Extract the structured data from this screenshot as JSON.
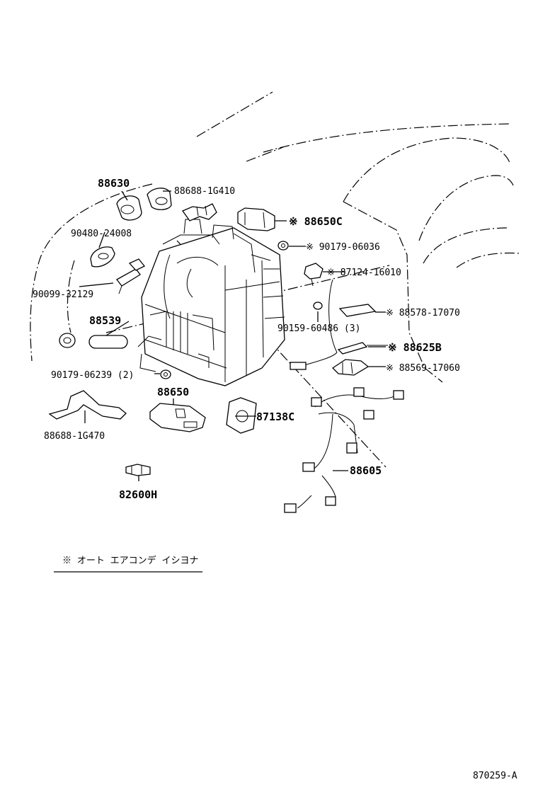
{
  "parts": {
    "p88630": "88630",
    "p88688_1G410": "88688-1G410",
    "p88650C": "※ 88650C",
    "p90480_24008": "90480-24008",
    "p90179_06036": "※ 90179-06036",
    "p87124_16010": "※ 87124-16010",
    "p90099_32129": "90099-32129",
    "p88578_17070": "※ 88578-17070",
    "p88539": "88539",
    "p90159_60486": "90159-60486 (3)",
    "p88625B": "※ 88625B",
    "p88569_17060": "※ 88569-17060",
    "p90179_06239": "90179-06239 (2)",
    "p88650": "88650",
    "p87138C": "87138C",
    "p88688_1G470": "88688-1G470",
    "p88605": "88605",
    "p82600H": "82600H"
  },
  "legend": {
    "note": "※ オート エアコンデ イシヨナ"
  },
  "figure_id": "870259-A"
}
